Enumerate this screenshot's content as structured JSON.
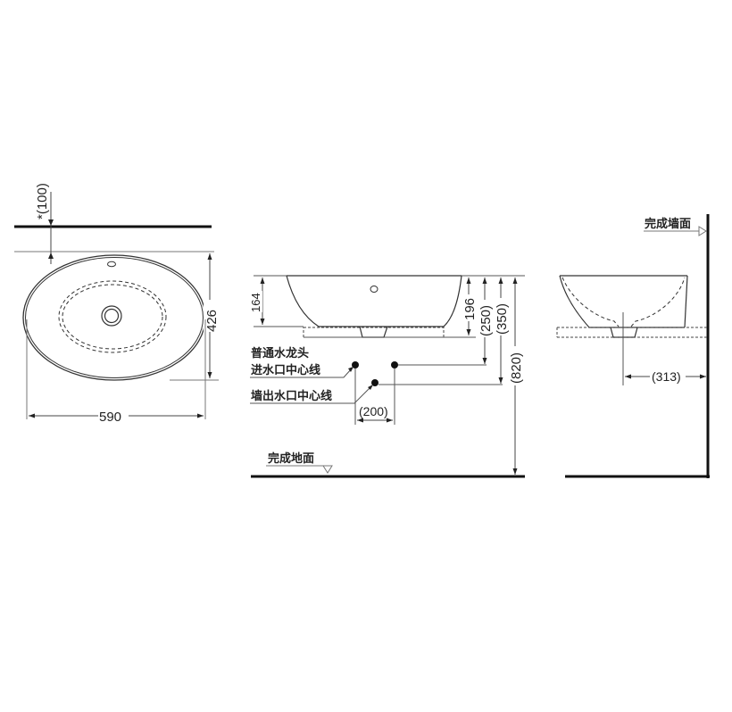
{
  "diagram": {
    "type": "technical-drawing",
    "subject": "countertop vessel basin installation dimensions",
    "views": {
      "top_view": {
        "dim_width": "590",
        "dim_depth": "426",
        "dim_wall_offset": "*(100)"
      },
      "front_view": {
        "dim_bowl_height": "164",
        "dim_overall_height": "196",
        "dim_supply_height": "(250)",
        "dim_drain_height": "(350)",
        "dim_counter_height": "(820)",
        "dim_supply_spacing": "(200)",
        "label_supply_line1": "普通水龙头",
        "label_supply_line2": "进水口中心线",
        "label_drain": "墙出水口中心线",
        "label_floor": "完成地面"
      },
      "side_view": {
        "dim_wall_distance": "(313)",
        "label_wall": "完成墙面"
      }
    },
    "colors": {
      "line": "#222222",
      "thin_line": "#555555",
      "background": "#ffffff"
    }
  }
}
